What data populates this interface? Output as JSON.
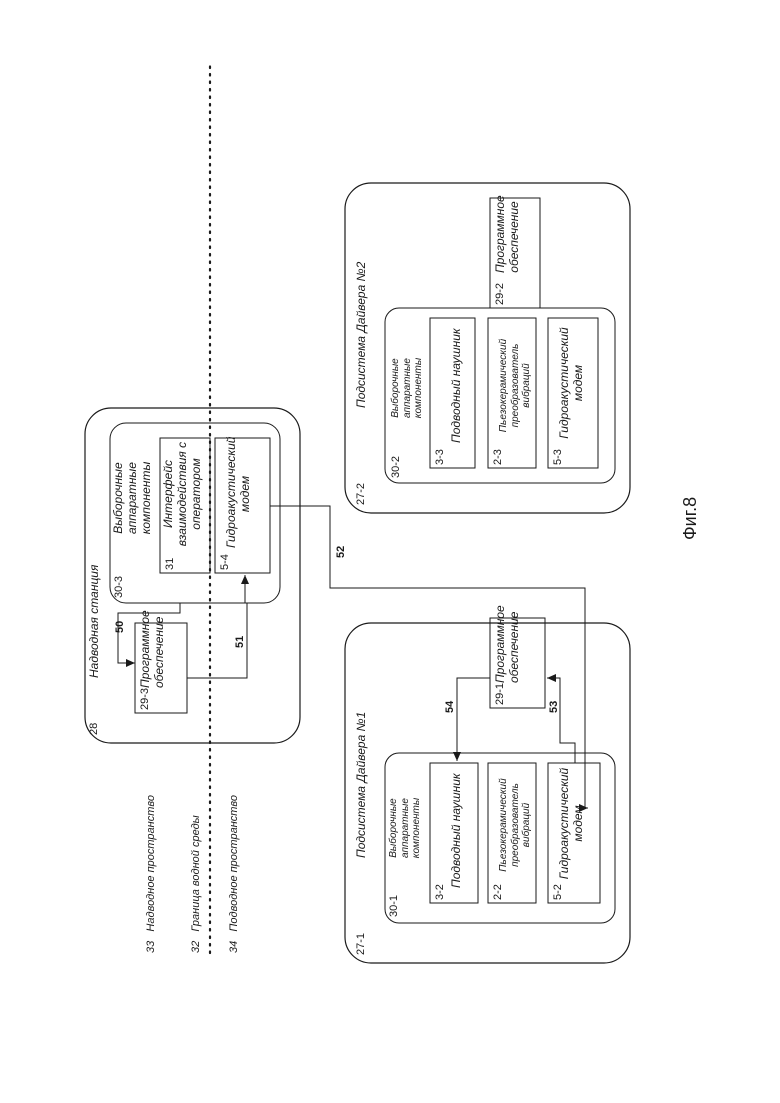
{
  "legend": {
    "above_water": {
      "num": "33",
      "text": "Надводное пространство"
    },
    "water_boundary": {
      "num": "32",
      "text": "Граница водной среды"
    },
    "underwater": {
      "num": "34",
      "text": "Подводное пространство"
    }
  },
  "surface_station": {
    "num": "28",
    "title": "Надводная станция",
    "hw_group": {
      "num": "30-3",
      "label": "Выборочные аппаратные компоненты"
    },
    "operator_interface": {
      "num": "31",
      "label": "Интерфейс взаимодействия с оператором"
    },
    "modem": {
      "num": "5-4",
      "label": "Гидроакустический модем"
    },
    "software": {
      "num": "29-3",
      "label": "Программное обеспечение"
    }
  },
  "diver1": {
    "num": "27-1",
    "title": "Подсистема Дайвера №1",
    "hw_group": {
      "num": "30-1",
      "label": "Выборочные аппаратные компоненты"
    },
    "headphone": {
      "num": "3-2",
      "label": "Подводный наушник"
    },
    "piezo": {
      "num": "2-2",
      "label": "Пьезокерамический преобразователь вибраций"
    },
    "modem": {
      "num": "5-2",
      "label": "Гидроакустический модем"
    },
    "software": {
      "num": "29-1",
      "label": "Программное обеспечение"
    }
  },
  "diver2": {
    "num": "27-2",
    "title": "Подсистема Дайвера №2",
    "hw_group": {
      "num": "30-2",
      "label": "Выборочные аппаратные компоненты"
    },
    "headphone": {
      "num": "3-3",
      "label": "Подводный наушник"
    },
    "piezo": {
      "num": "2-3",
      "label": "Пьезокерамический преобразователь вибраций"
    },
    "modem": {
      "num": "5-3",
      "label": "Гидроакустический модем"
    },
    "software": {
      "num": "29-2",
      "label": "Программное обеспечение"
    }
  },
  "links": {
    "l50": "50",
    "l51": "51",
    "l52": "52",
    "l53": "53",
    "l54": "54"
  },
  "caption": "Фиг.8"
}
